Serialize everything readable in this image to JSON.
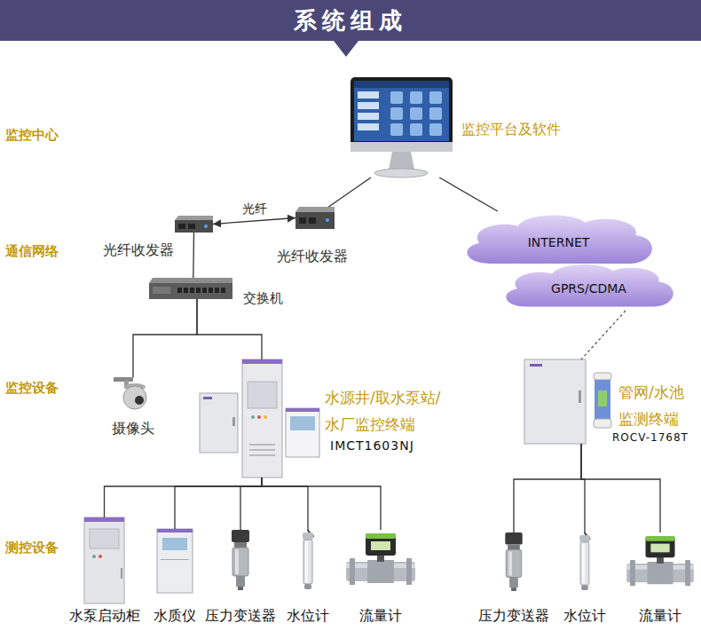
{
  "diagram": {
    "title": "系统组成",
    "nodes": [
      {
        "text": [
          "监控平台及软件"
        ]
      },
      {
        "text": [
          "光纤收发器"
        ]
      },
      {
        "text": [
          "光纤收发器"
        ]
      },
      {
        "text": [
          "交换机"
        ]
      },
      {
        "text": [
          "INTERNET"
        ]
      },
      {
        "text": [
          "GPRS/CDMA"
        ]
      },
      {
        "text": [
          "摄像头"
        ]
      },
      {
        "text": [
          "水源井/取水泵站/ 水厂监控终端",
          "IMCT1603NJ"
        ]
      },
      {
        "text": [
          "管网/水池 监测终端",
          "ROCV-1768T"
        ]
      },
      {
        "text": [
          "水泵启动柜"
        ]
      },
      {
        "text": [
          "水质仪"
        ]
      },
      {
        "text": [
          "压力变送器"
        ]
      },
      {
        "text": [
          "水位计"
        ]
      },
      {
        "text": [
          "流量计"
        ]
      },
      {
        "text": [
          "压力变送器"
        ]
      },
      {
        "text": [
          "水位计"
        ]
      },
      {
        "text": [
          "流量计"
        ]
      }
    ],
    "edges": [
      {
        "from": 0,
        "to": 2,
        "arrow": "none"
      },
      {
        "from": 1,
        "to": 2,
        "label": "光纤",
        "arrow": "both"
      },
      {
        "from": 1,
        "to": 3,
        "arrow": "none"
      },
      {
        "from": 3,
        "to": 6,
        "arrow": "none"
      },
      {
        "from": 3,
        "to": 7,
        "arrow": "none"
      },
      {
        "from": 0,
        "to": 4,
        "arrow": "none"
      },
      {
        "from": 5,
        "to": 8,
        "arrow": "none"
      },
      {
        "from": 7,
        "to": 9,
        "arrow": "none"
      },
      {
        "from": 7,
        "to": 10,
        "arrow": "none"
      },
      {
        "from": 7,
        "to": 11,
        "arrow": "none"
      },
      {
        "from": 7,
        "to": 12,
        "arrow": "none"
      },
      {
        "from": 7,
        "to": 13,
        "arrow": "none"
      },
      {
        "from": 8,
        "to": 14,
        "arrow": "none"
      },
      {
        "from": 8,
        "to": 15,
        "arrow": "none"
      },
      {
        "from": 8,
        "to": 16,
        "arrow": "none"
      }
    ],
    "labels": [
      "监控中心",
      "通信网络",
      "监控设备",
      "测控设备"
    ]
  }
}
